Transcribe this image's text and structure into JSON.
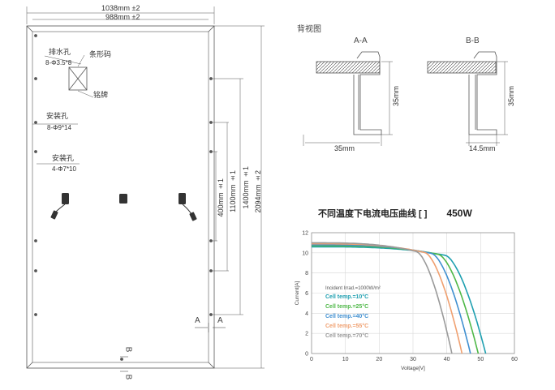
{
  "front_view": {
    "dims": {
      "outer_width": "1038mm ±2",
      "inner_width": "988mm ±2",
      "height_total": "2094mm ±2",
      "dim_1400": "1400mm ±1",
      "dim_1100": "1100mm ±1",
      "dim_400": "400mm ±1"
    },
    "labels": {
      "drain_hole": "排水孔",
      "drain_hole_spec": "8-Φ3.5*8",
      "barcode": "条形码",
      "nameplate": "铭牌",
      "mount_hole_1": "安装孔",
      "mount_hole_1_spec": "8-Φ9*14",
      "mount_hole_2": "安装孔",
      "mount_hole_2_spec": "4-Φ7*10"
    },
    "section_marks": {
      "a": "A",
      "b": "B"
    }
  },
  "back_view": {
    "title": "背视图",
    "section_aa": {
      "title": "A-A",
      "width": "35mm",
      "height": "35mm"
    },
    "section_bb": {
      "title": "B-B",
      "width": "14.5mm",
      "height": "35mm"
    }
  },
  "chart_title": {
    "text": "不同温度下电流电压曲线 [        ]",
    "power": "450W"
  },
  "chart_data": {
    "type": "line",
    "title": "不同温度下电流电压曲线 [ ] 450W",
    "xlabel": "Voltage[V]",
    "ylabel": "Current[A]",
    "xlim": [
      0,
      60
    ],
    "ylim": [
      0,
      12
    ],
    "x_ticks": [
      "0",
      "10",
      "20",
      "30",
      "40",
      "50",
      "60"
    ],
    "y_ticks": [
      "0",
      "2",
      "4",
      "6",
      "8",
      "10",
      "12"
    ],
    "grid": true,
    "legend_position": "center-left",
    "legend_header": "Incident Irrad.=1000W/m²",
    "series": [
      {
        "name": "Cell temp.=10°C",
        "color": "#1e9fb0",
        "isc": 10.6,
        "voc": 51.5,
        "knee_v": 39.5
      },
      {
        "name": "Cell temp.=25°C",
        "color": "#4fb848",
        "isc": 10.7,
        "voc": 49.3,
        "knee_v": 37.5
      },
      {
        "name": "Cell temp.=40°C",
        "color": "#3f8fd0",
        "isc": 10.8,
        "voc": 47.0,
        "knee_v": 35.5
      },
      {
        "name": "Cell temp.=55°C",
        "color": "#f0a070",
        "isc": 10.9,
        "voc": 44.5,
        "knee_v": 33.5
      },
      {
        "name": "Cell temp.=70°C",
        "color": "#9a9a9a",
        "isc": 11.0,
        "voc": 41.5,
        "knee_v": 31.0
      }
    ]
  }
}
